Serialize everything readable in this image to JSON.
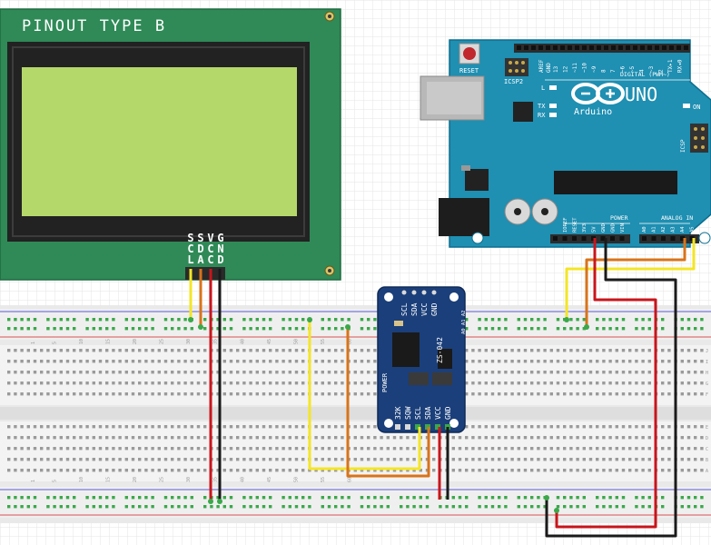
{
  "lcd": {
    "title": "PINOUT TYPE B",
    "pins": [
      "SCL",
      "SDA",
      "VCC",
      "GND"
    ],
    "colors": {
      "pcb": "#2f8a57",
      "screen": "#b5d86a",
      "bezel": "#222222"
    }
  },
  "arduino": {
    "brand": "UNO",
    "maker": "Arduino",
    "reset_label": "RESET",
    "icsp2_label": "ICSP2",
    "icsp_label": "ICSP",
    "digital_label": "DIGITAL (PWM~)",
    "power_label": "POWER",
    "analog_label": "ANALOG IN",
    "aref_label": "AREF",
    "gnd_label": "GND",
    "on_label": "ON",
    "l_label": "L",
    "tx_label": "TX",
    "rx_label": "RX",
    "digital_pins": [
      "13",
      "12",
      "~11",
      "~10",
      "~9",
      "8",
      "7",
      "~6",
      "~5",
      "4",
      "~3",
      "2",
      "TX▸1",
      "RX◂0"
    ],
    "power_pins": [
      "IOREF",
      "RESET",
      "3V3",
      "5V",
      "GND",
      "GND",
      "VIN"
    ],
    "analog_pins": [
      "A0",
      "A1",
      "A2",
      "A3",
      "A4",
      "A5"
    ],
    "colors": {
      "board": "#1f8fb2",
      "dark": "#0c6e8f"
    }
  },
  "rtc": {
    "top_pins": [
      "SCL",
      "SDA",
      "VCC",
      "GND"
    ],
    "bottom_pins": [
      "32K",
      "SQW",
      "SCL",
      "SDA",
      "VCC",
      "GND"
    ],
    "model": "ZS-042",
    "address_labels": "A0 A1 A2",
    "power_label": "POWER",
    "colors": {
      "board": "#1b3f7a"
    }
  },
  "breadboard": {
    "column_numbers": [
      "1",
      "5",
      "10",
      "15",
      "20",
      "25",
      "30",
      "35",
      "40",
      "45",
      "50",
      "55",
      "60"
    ],
    "row_letters_top": [
      "J",
      "I",
      "H",
      "G",
      "F"
    ],
    "row_letters_bottom": [
      "E",
      "D",
      "C",
      "B",
      "A"
    ]
  },
  "wires": {
    "colors": {
      "red": "#c8151b",
      "black": "#1a1a1a",
      "yellow": "#f4e526",
      "orange": "#d9731a"
    }
  }
}
